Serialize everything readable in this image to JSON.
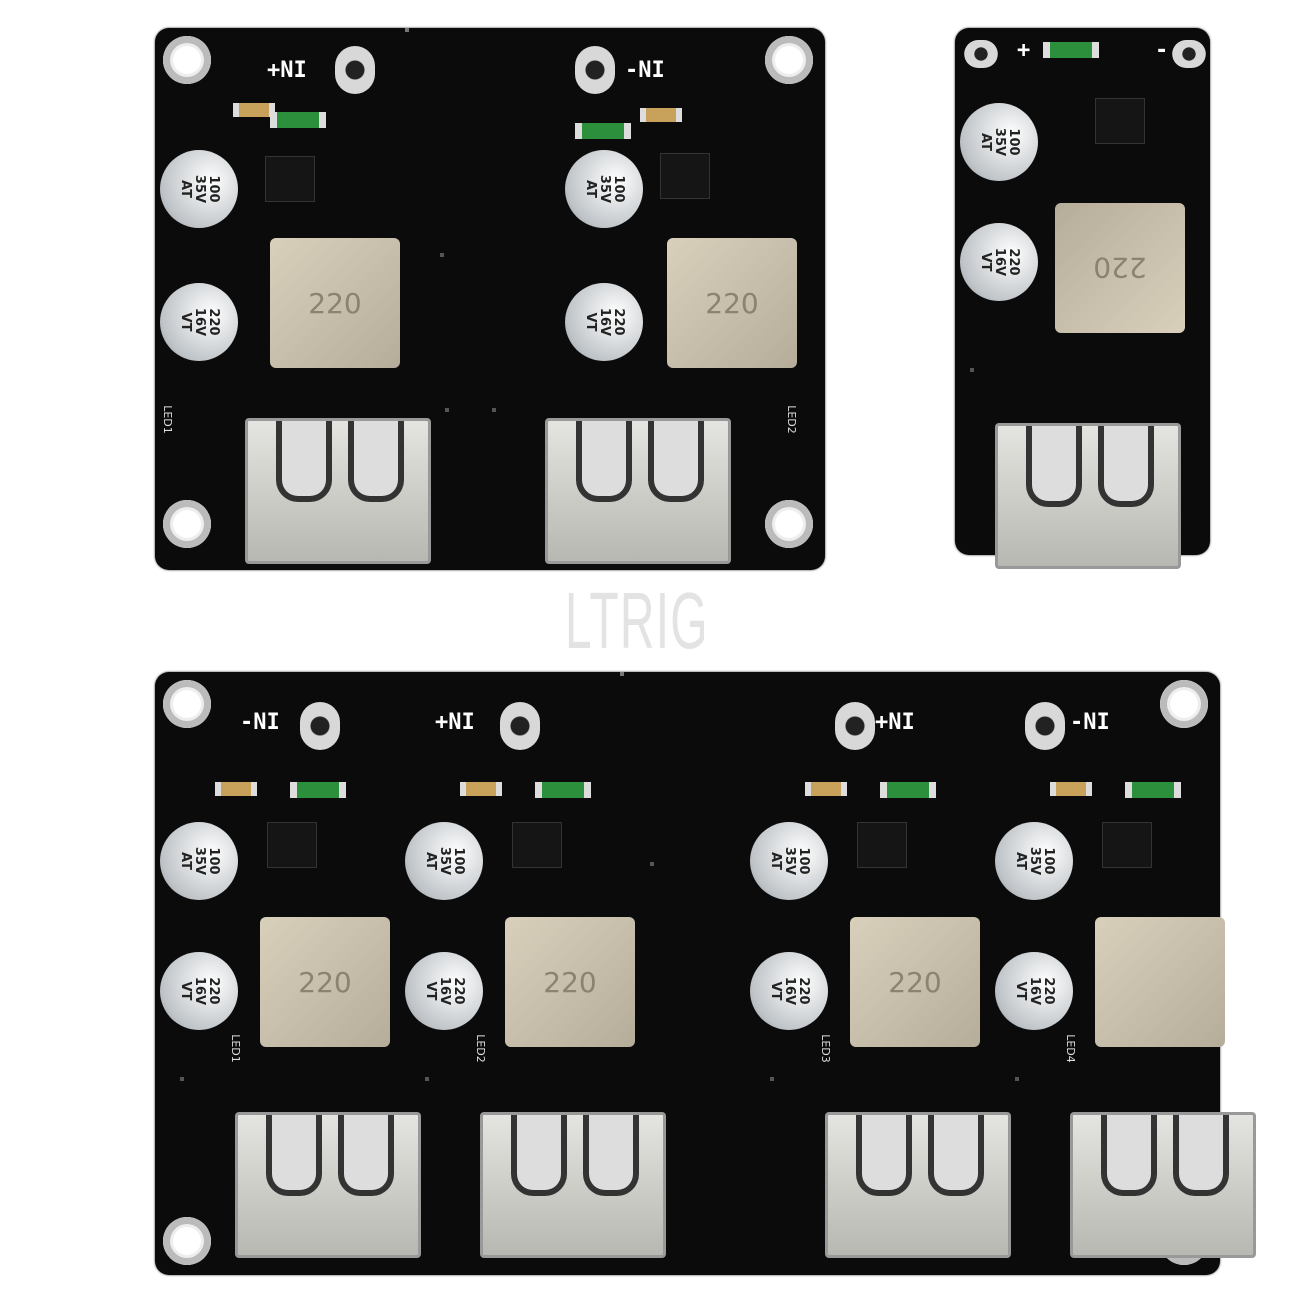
{
  "watermark": "LTRIG",
  "boards": [
    {
      "name": "dual-port-board",
      "inputs": [
        "+NI",
        "-NI"
      ],
      "caps_top": "100\n35V\nAT",
      "caps_bottom": "220\n16V\nVT",
      "inductors": [
        "220",
        "220"
      ],
      "leds": [
        "LED1",
        "LED2"
      ]
    },
    {
      "name": "single-port-board",
      "inputs": [
        "+",
        "-"
      ],
      "caps_top": "100\n35V\nAT",
      "caps_bottom": "220\n16V\nVT",
      "inductors": [
        "220"
      ]
    },
    {
      "name": "quad-port-board",
      "inputs": [
        "-NI",
        "+NI",
        "+NI",
        "-NI"
      ],
      "caps_top": "100\n35V\nAT",
      "caps_bottom": "220\n16V\nVT",
      "inductors": [
        "220",
        "220",
        "220",
        ""
      ],
      "leds": [
        "LED1",
        "LED2",
        "LED3",
        "LED4"
      ]
    }
  ]
}
